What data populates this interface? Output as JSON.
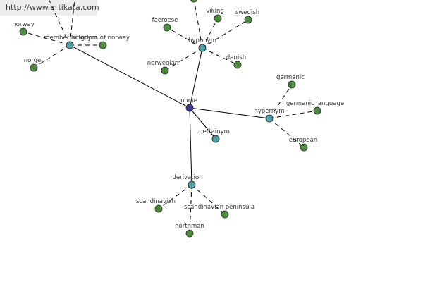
{
  "source_url": "http://www.artikata.com",
  "colors": {
    "center": "#3b3b8f",
    "relation": "#4e9fa3",
    "leaf": "#4e8f3f",
    "outline": "#222222"
  },
  "center": {
    "label": "norse"
  },
  "relations": [
    {
      "id": "member-holonym",
      "label": "member holonym",
      "leaves": [
        "norway",
        "kingdom of norway",
        "norge",
        "",
        ""
      ]
    },
    {
      "id": "hyponym",
      "label": "hyponym",
      "leaves": [
        "faeroese",
        "viking",
        "swedish",
        "norwegian",
        "danish",
        ""
      ]
    },
    {
      "id": "hypernym",
      "label": "hypernym",
      "leaves": [
        "germanic",
        "germanic language",
        "european"
      ]
    },
    {
      "id": "pertainym",
      "label": "pertainym",
      "leaves": []
    },
    {
      "id": "derivation",
      "label": "derivation",
      "leaves": [
        "scandinavian",
        "scandinavian peninsula",
        "northman"
      ]
    }
  ]
}
